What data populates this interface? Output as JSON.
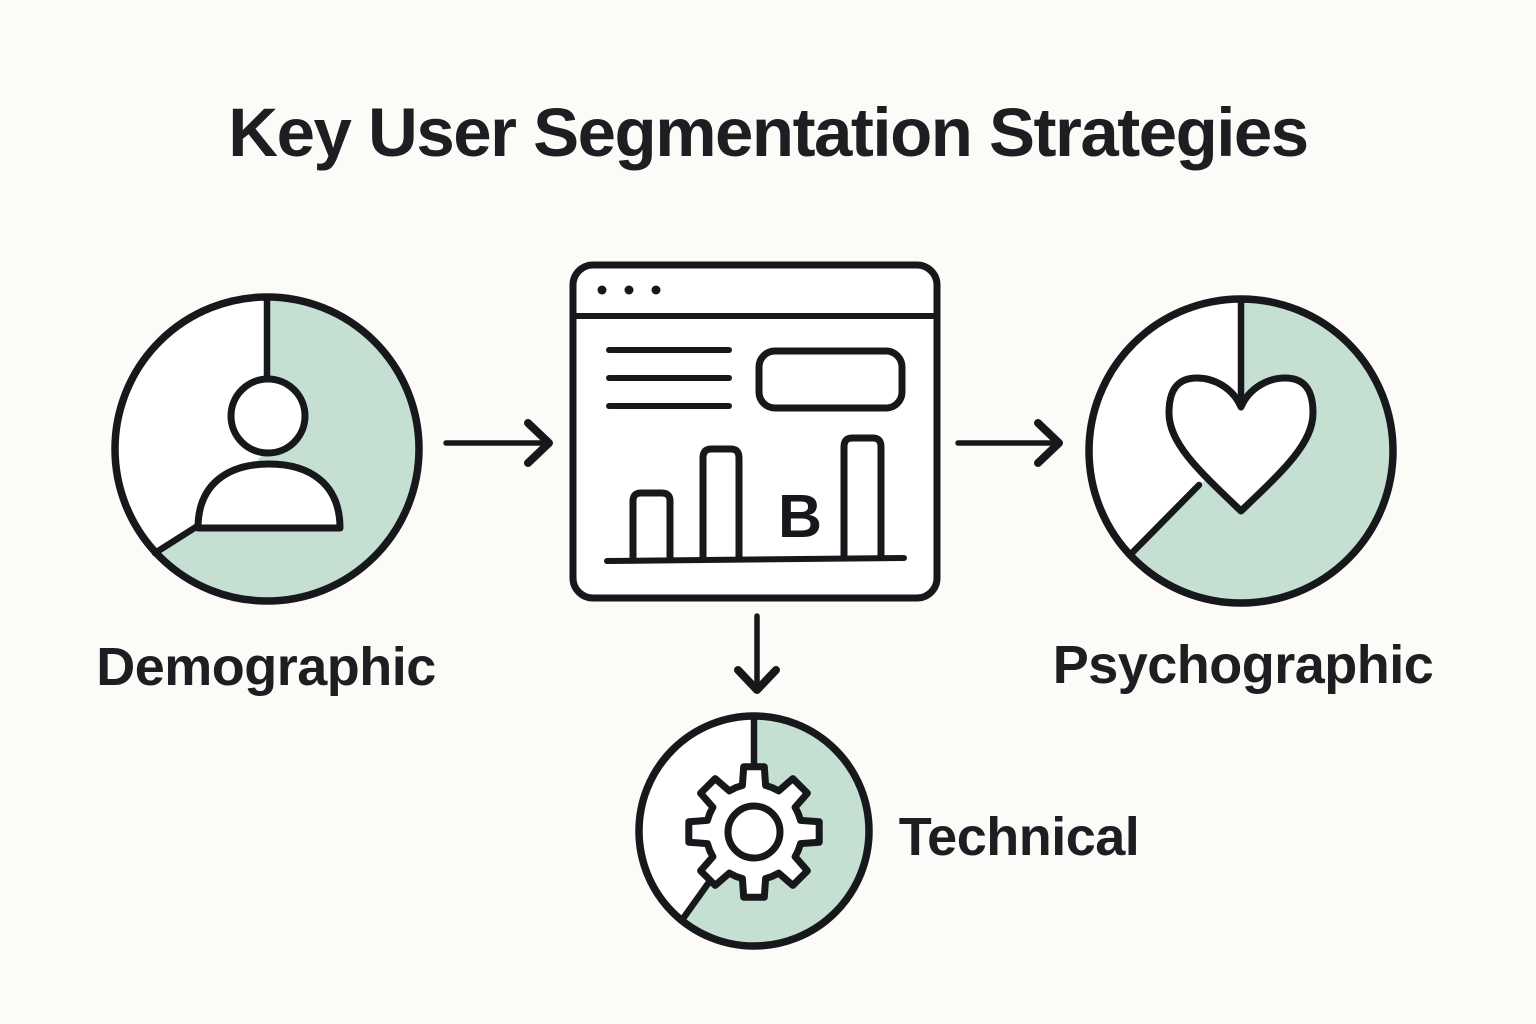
{
  "title": "Key User Segmentation Strategies",
  "nodes": {
    "demographic": {
      "label": "Demographic",
      "icon": "person-pie-chart"
    },
    "platform": {
      "icon": "browser-analytics-window",
      "chart_letter": "B"
    },
    "psychographic": {
      "label": "Psychographic",
      "icon": "heart-pie-chart"
    },
    "technical": {
      "label": "Technical",
      "icon": "gear-pie-chart"
    }
  },
  "edges": [
    {
      "from": "demographic",
      "to": "platform",
      "direction": "right"
    },
    {
      "from": "platform",
      "to": "psychographic",
      "direction": "right"
    },
    {
      "from": "platform",
      "to": "technical",
      "direction": "down"
    }
  ],
  "colors": {
    "background": "#FCFBF8",
    "accent_green": "#C5DFD3",
    "ink": "#17181B",
    "text": "#1D1E21"
  }
}
